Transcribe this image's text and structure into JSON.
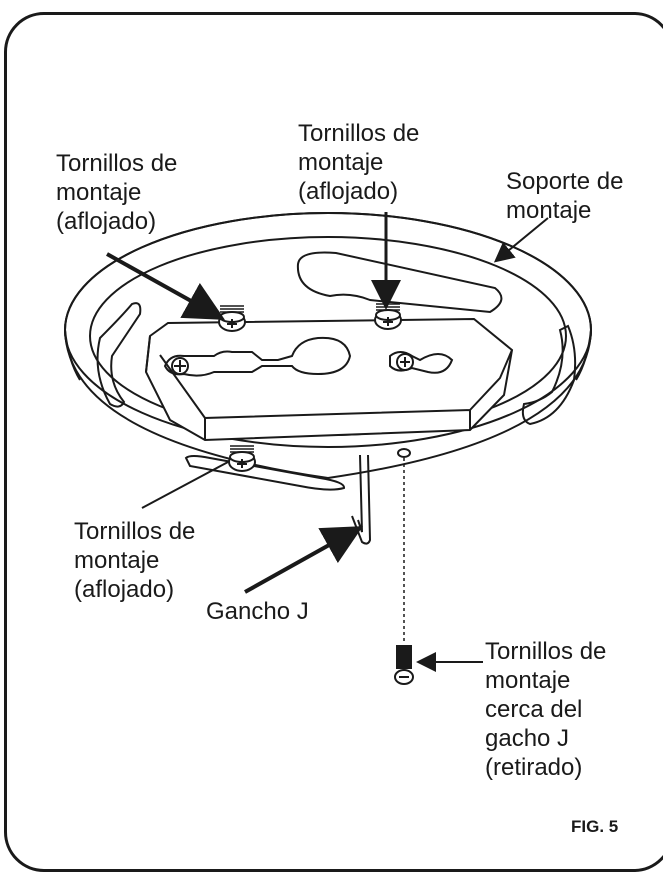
{
  "figure_label": "FIG. 5",
  "labels": {
    "top_left": [
      "Tornillos de",
      "montaje",
      "(aflojado)"
    ],
    "top_center": [
      "Tornillos de",
      "montaje",
      "(aflojado)"
    ],
    "top_right": [
      "Soporte de",
      "montaje"
    ],
    "bottom_left": [
      "Tornillos de",
      "montaje",
      "(aflojado)"
    ],
    "hook": [
      "Gancho J"
    ],
    "bottom_right": [
      "Tornillos de",
      "montaje",
      "cerca del",
      "gacho J",
      "(retirado)"
    ]
  },
  "colors": {
    "line": "#1a1a1a",
    "background": "#ffffff"
  }
}
